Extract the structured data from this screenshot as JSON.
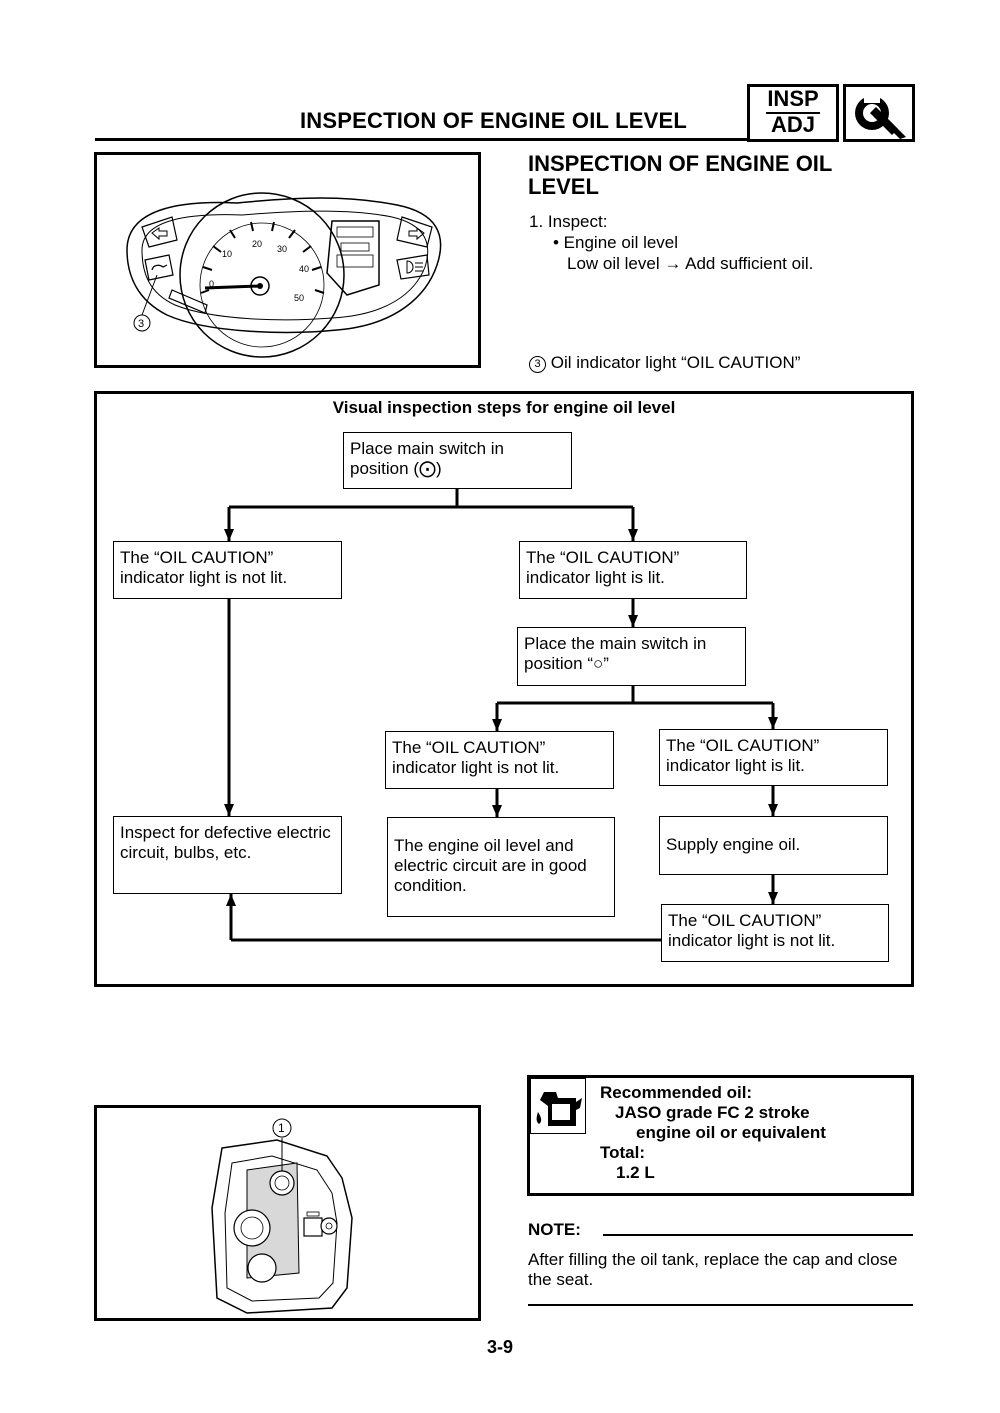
{
  "header": {
    "title": "INSPECTION OF ENGINE OIL LEVEL",
    "tab_top": "INSP",
    "tab_bottom": "ADJ"
  },
  "section": {
    "title": "INSPECTION OF ENGINE OIL LEVEL",
    "step1": "1. Inspect:",
    "bullet": "• Engine oil level",
    "action_lhs": "Low oil level",
    "action_arrow": "→",
    "action_rhs": "Add sufficient oil.",
    "callout_num": "3",
    "callout_text": "Oil indicator light “OIL CAUTION”"
  },
  "figure1": {
    "callout": "3",
    "speed_ticks": [
      "0",
      "10",
      "20",
      "30",
      "40",
      "50"
    ]
  },
  "flowchart": {
    "title": "Visual inspection steps for engine oil level",
    "start_line1": "Place main switch in",
    "start_line2": "position (⨀)",
    "left_not_lit": "The “OIL CAUTION” indicator light is not lit.",
    "right_lit": "The “OIL CAUTION” indicator light is lit.",
    "place_off_line1": "Place the main switch in",
    "place_off_line2": "position “○”",
    "mid_not_lit": "The “OIL CAUTION” indicator light is not lit.",
    "far_lit": "The “OIL CAUTION” indicator light is lit.",
    "inspect_defective": "Inspect for defective electric circuit, bulbs, etc.",
    "good_condition": "The engine oil level and electric circuit are in good condition.",
    "supply_oil": "Supply engine oil.",
    "final_not_lit": "The “OIL CAUTION” indicator light is not lit."
  },
  "oil_spec": {
    "label": "Recommended oil:",
    "grade_line1": "JASO grade FC 2 stroke",
    "grade_line2": "engine oil or equivalent",
    "total_label": "Total:",
    "total_value": "1.2 L"
  },
  "figure2": {
    "callout": "1"
  },
  "note": {
    "label": "NOTE:",
    "text": "After filling the oil tank, replace the cap and close the seat."
  },
  "page_number": "3-9"
}
